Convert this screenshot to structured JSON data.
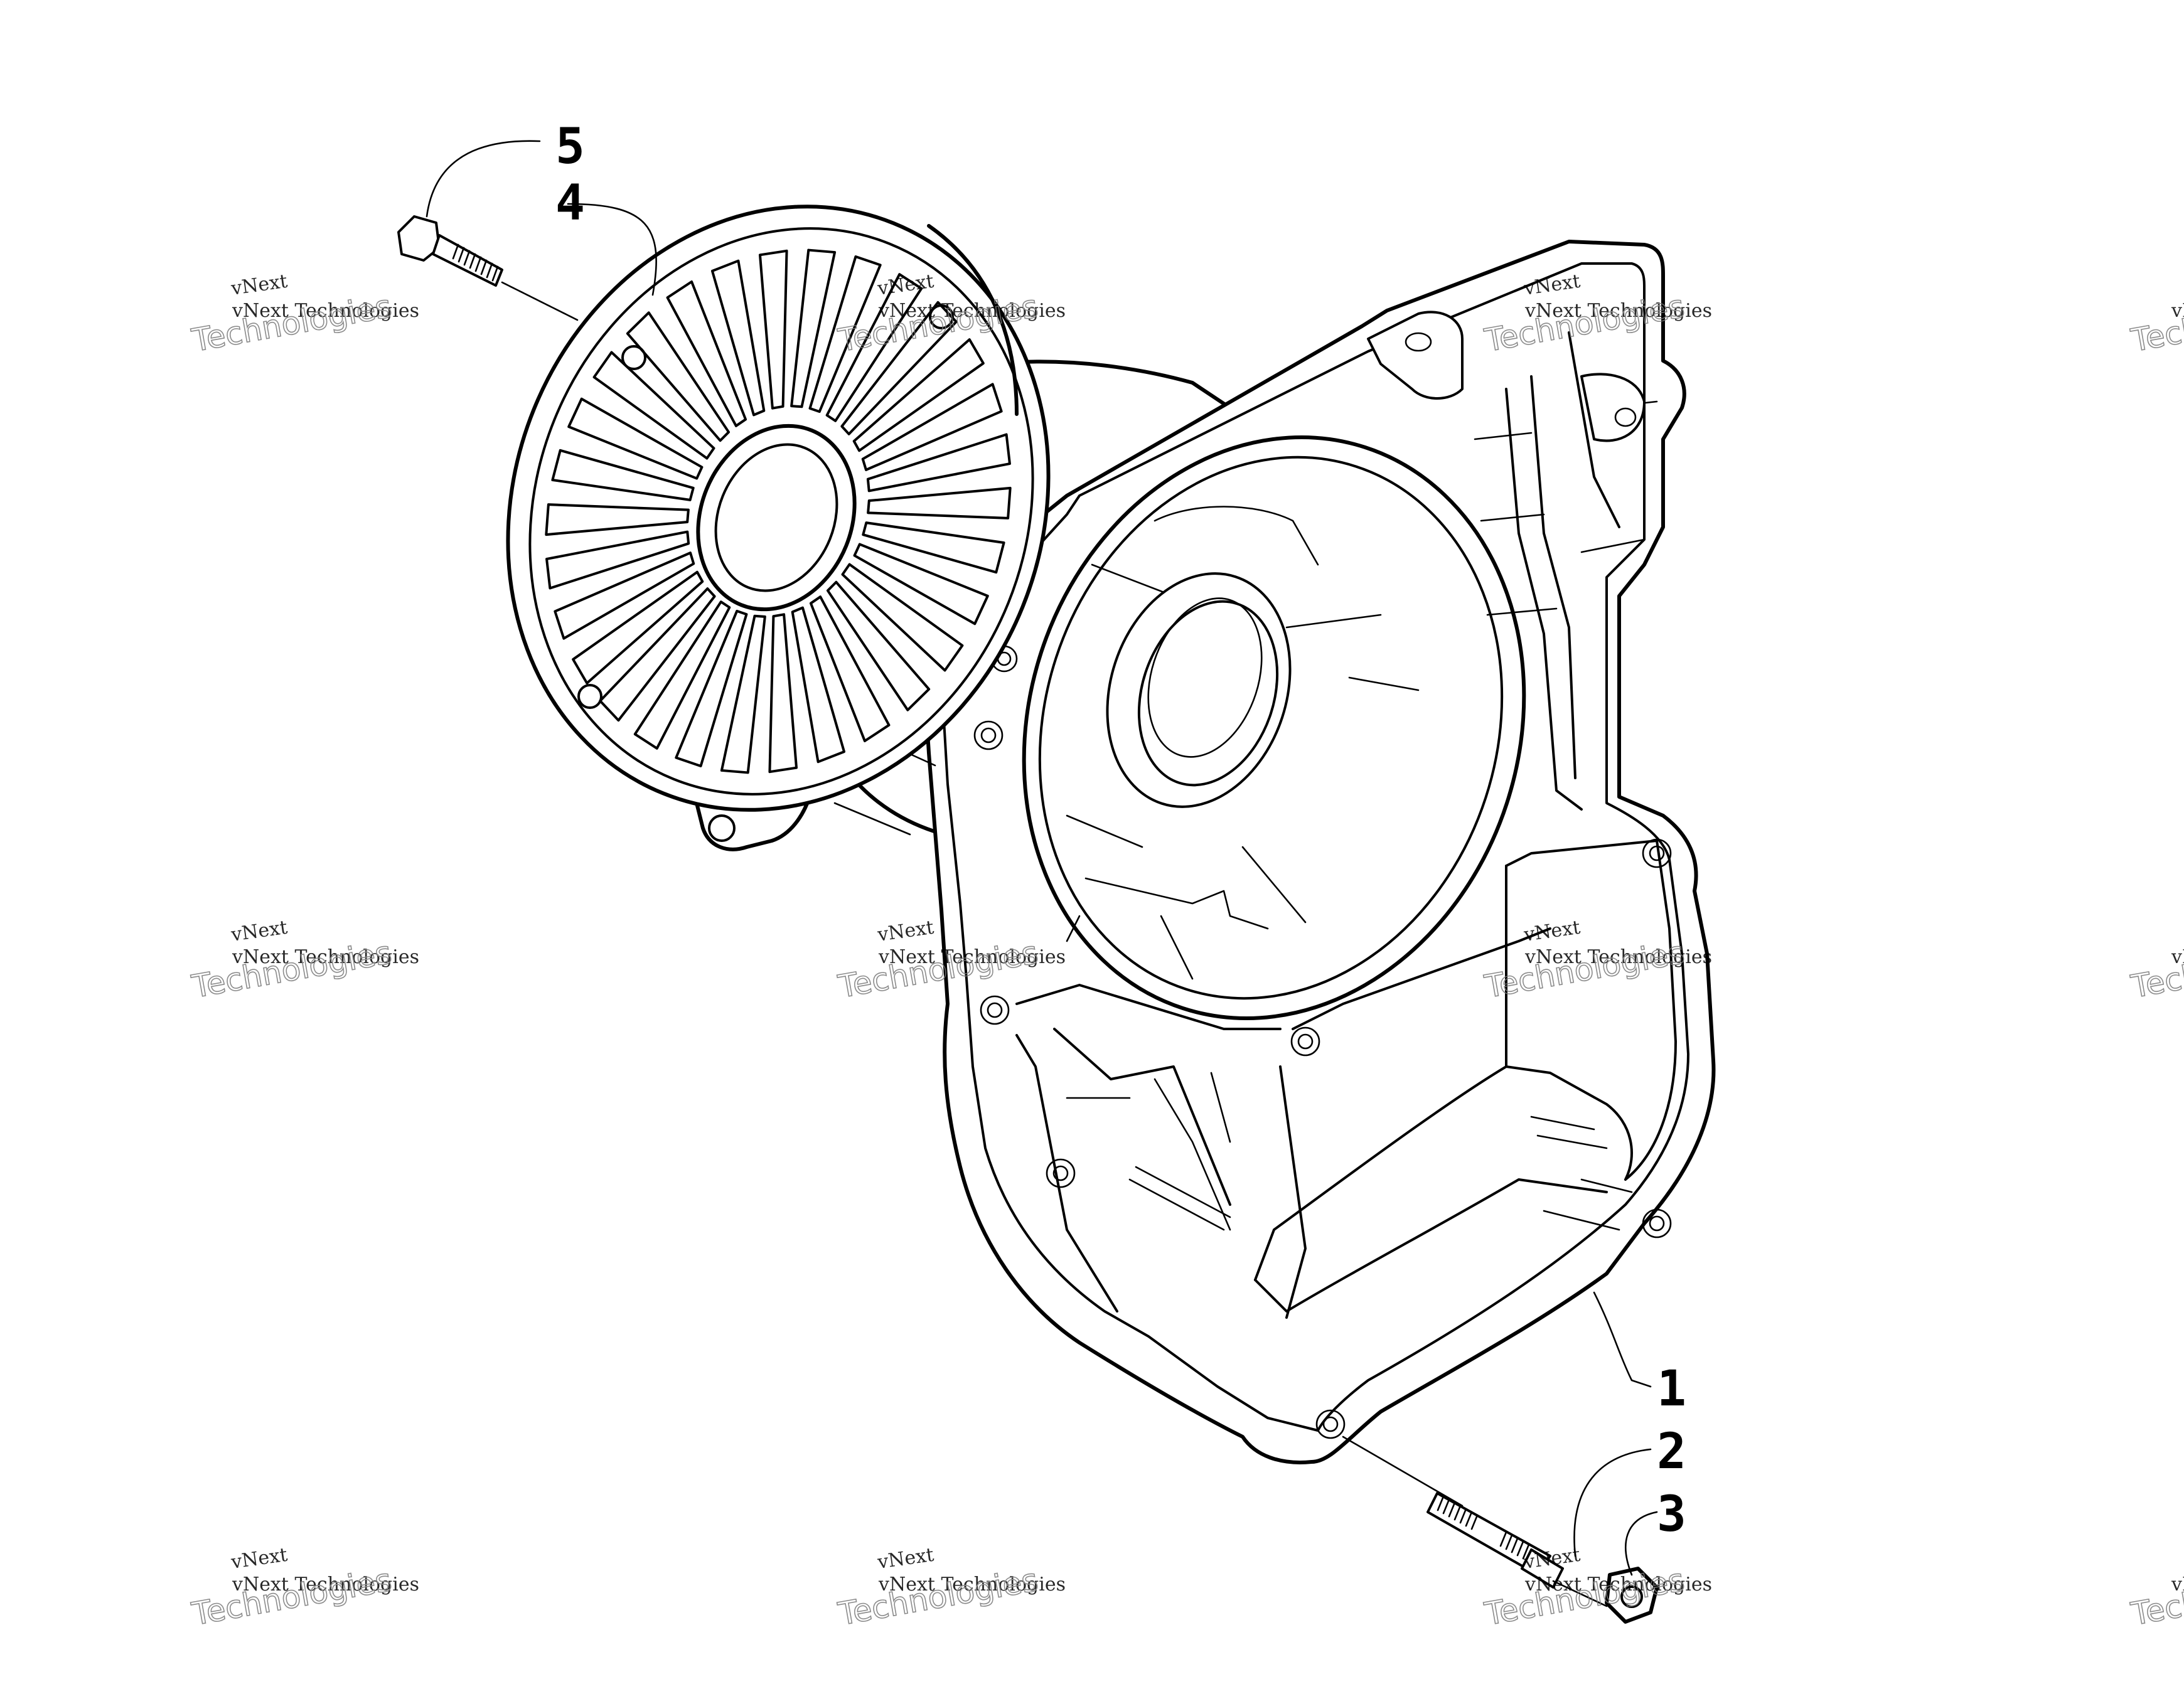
{
  "diagram": {
    "callouts": [
      {
        "id": "1",
        "label": "1"
      },
      {
        "id": "2",
        "label": "2"
      },
      {
        "id": "3",
        "label": "3"
      },
      {
        "id": "4",
        "label": "4"
      },
      {
        "id": "5",
        "label": "5"
      }
    ],
    "watermark": {
      "line1": "vNext Technologies",
      "line2": "vNext",
      "line3": "Technologies"
    }
  }
}
